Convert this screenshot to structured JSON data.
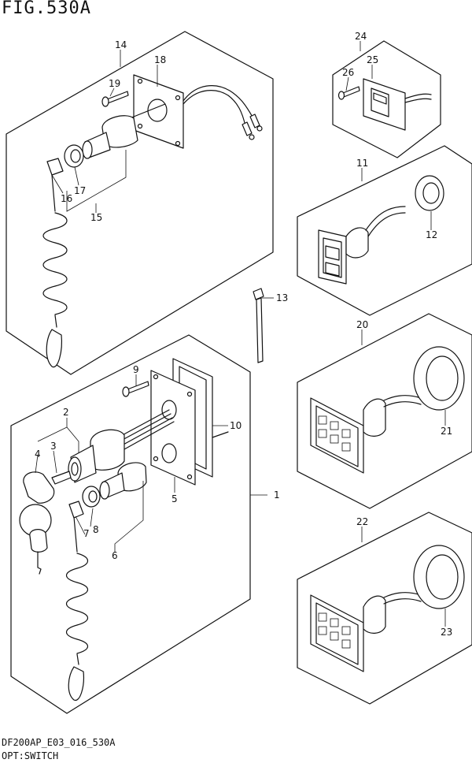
{
  "figure": {
    "title": "FIG.530A",
    "model_code": "DF200AP_E03_016_530A",
    "section_name": "OPT:SWITCH"
  },
  "callouts": [
    {
      "id": "c1",
      "label": "1"
    },
    {
      "id": "c2",
      "label": "2"
    },
    {
      "id": "c3",
      "label": "3"
    },
    {
      "id": "c4",
      "label": "4"
    },
    {
      "id": "c5",
      "label": "5"
    },
    {
      "id": "c6",
      "label": "6"
    },
    {
      "id": "c7",
      "label": "7"
    },
    {
      "id": "c8",
      "label": "8"
    },
    {
      "id": "c9",
      "label": "9"
    },
    {
      "id": "c10",
      "label": "10"
    },
    {
      "id": "c11",
      "label": "11"
    },
    {
      "id": "c12",
      "label": "12"
    },
    {
      "id": "c13",
      "label": "13"
    },
    {
      "id": "c14",
      "label": "14"
    },
    {
      "id": "c15",
      "label": "15"
    },
    {
      "id": "c16",
      "label": "16"
    },
    {
      "id": "c17",
      "label": "17"
    },
    {
      "id": "c18",
      "label": "18"
    },
    {
      "id": "c19",
      "label": "19"
    },
    {
      "id": "c20",
      "label": "20"
    },
    {
      "id": "c21",
      "label": "21"
    },
    {
      "id": "c22",
      "label": "22"
    },
    {
      "id": "c23",
      "label": "23"
    },
    {
      "id": "c24",
      "label": "24"
    },
    {
      "id": "c25",
      "label": "25"
    },
    {
      "id": "c26",
      "label": "26"
    }
  ]
}
